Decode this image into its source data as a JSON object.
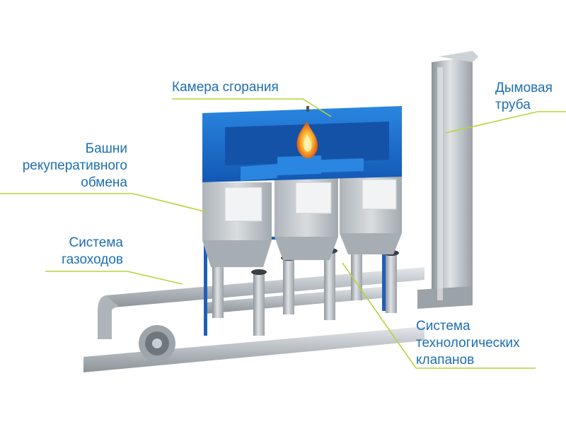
{
  "labels": {
    "combustion_chamber": "Камера сгорания",
    "chimney": [
      "Дымовая",
      "труба"
    ],
    "recuperative_towers": [
      "Башни",
      "рекуперативного",
      "обмена"
    ],
    "duct_system": [
      "Система",
      "газоходов"
    ],
    "valve_system": [
      "Система",
      "технологических",
      "клапанов"
    ]
  },
  "colors": {
    "label_text": "#1d6fb3",
    "leader_line": "#b9d23a",
    "chamber_blue": "#1769c9",
    "steel": "#b9bec3",
    "steel_dark": "#8e959b",
    "frame_blue": "#1f5fb8",
    "flame": "#f6a21a"
  }
}
